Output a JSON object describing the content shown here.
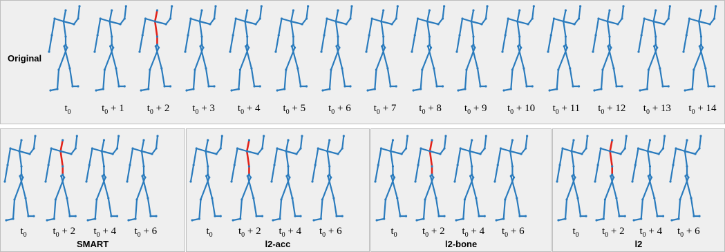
{
  "figure": {
    "original_row_label": "Original",
    "top_frames": [
      "t0",
      "t0 + 1",
      "t0 + 2",
      "t0 + 3",
      "t0 + 4",
      "t0 + 5",
      "t0 + 6",
      "t0 + 7",
      "t0 + 8",
      "t0 + 9",
      "t0 + 10",
      "t0 + 11",
      "t0 + 12",
      "t0 + 13",
      "t0 + 14"
    ],
    "highlight_frame_index": 2,
    "panels": [
      {
        "method": "SMART",
        "frames": [
          "t0",
          "t0 + 2",
          "t0 + 4",
          "t0 + 6"
        ]
      },
      {
        "method": "l2-acc",
        "frames": [
          "t0",
          "t0 + 2",
          "t0 + 4",
          "t0 + 6"
        ]
      },
      {
        "method": "l2-bone",
        "frames": [
          "t0",
          "t0 + 2",
          "t0 + 4",
          "t0 + 6"
        ]
      },
      {
        "method": "l2",
        "frames": [
          "t0",
          "t0 + 2",
          "t0 + 4",
          "t0 + 6"
        ]
      }
    ],
    "colors": {
      "skeleton": "#2a7bbd",
      "highlight": "#e2231a",
      "panel_bg": "#efefef"
    }
  }
}
